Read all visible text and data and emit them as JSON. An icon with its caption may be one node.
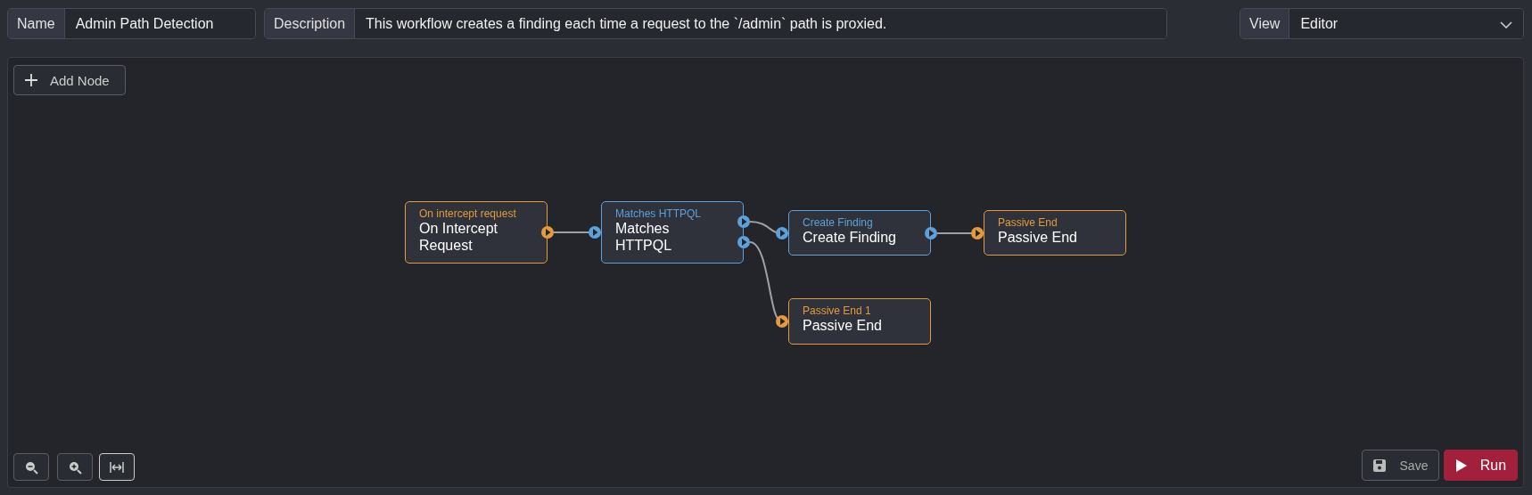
{
  "diagram": {
    "nodes": [
      {
        "text": [
          "On intercept request",
          "On Intercept Request"
        ]
      },
      {
        "text": [
          "Matches HTTPQL",
          "Matches HTTPQL"
        ]
      },
      {
        "text": [
          "Create Finding",
          "Create Finding"
        ]
      },
      {
        "text": [
          "Passive End",
          "Passive End"
        ]
      },
      {
        "text": [
          "Passive End 1",
          "Passive End"
        ]
      }
    ],
    "edges": [
      {
        "from": 0,
        "to": 1,
        "arrow": "other"
      },
      {
        "from": 1,
        "to": 2,
        "arrow": "other"
      },
      {
        "from": 2,
        "to": 3,
        "arrow": "other"
      },
      {
        "from": 1,
        "to": 4,
        "arrow": "other"
      }
    ],
    "labels": [
      "Name",
      "Admin Path Detection",
      "Description",
      "This workflow creates a finding each time a request to the `/admin` path is proxied.",
      "View",
      "Editor",
      "Add Node",
      "Save",
      "Run"
    ]
  }
}
